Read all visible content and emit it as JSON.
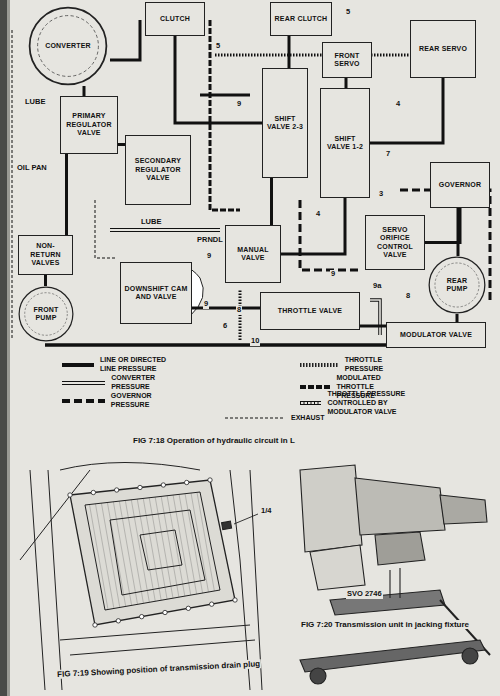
{
  "diagram": {
    "caption": "FIG 7:18 Operation of hydraulic circuit in L",
    "nodes": [
      {
        "text": [
          "CLUTCH"
        ]
      },
      {
        "text": [
          "REAR CLUTCH"
        ]
      },
      {
        "text": [
          "CONVERTER"
        ]
      },
      {
        "text": [
          "FRONT SERVO"
        ]
      },
      {
        "text": [
          "REAR SERVO"
        ]
      },
      {
        "text": [
          "SHIFT VALVE 2-3"
        ]
      },
      {
        "text": [
          "SHIFT VALVE 1-2"
        ]
      },
      {
        "text": [
          "PRIMARY REGULATOR VALVE"
        ]
      },
      {
        "text": [
          "SECONDARY REGULATOR VALVE"
        ]
      },
      {
        "text": [
          "GOVERNOR"
        ]
      },
      {
        "text": [
          "MANUAL VALVE"
        ]
      },
      {
        "text": [
          "SERVO ORIFICE CONTROL VALVE"
        ]
      },
      {
        "text": [
          "NON-RETURN VALVES"
        ]
      },
      {
        "text": [
          "FRONT PUMP"
        ]
      },
      {
        "text": [
          "DOWNSHIFT CAM AND VALVE"
        ]
      },
      {
        "text": [
          "THROTTLE VALVE"
        ]
      },
      {
        "text": [
          "REAR PUMP"
        ]
      },
      {
        "text": [
          "MODULATOR VALVE"
        ]
      }
    ],
    "edges": [
      {
        "from": 13,
        "to": 12,
        "arrow": "none"
      },
      {
        "from": 12,
        "to": 7,
        "arrow": "none"
      },
      {
        "from": 7,
        "to": 2,
        "arrow": "none"
      },
      {
        "from": 7,
        "to": 8,
        "arrow": "none"
      },
      {
        "from": 16,
        "to": 17,
        "arrow": "none"
      },
      {
        "from": 16,
        "to": 9,
        "arrow": "none"
      },
      {
        "from": 10,
        "to": 6,
        "arrow": "none"
      },
      {
        "from": 10,
        "to": 5,
        "arrow": "none"
      },
      {
        "from": 5,
        "to": 0,
        "arrow": "none"
      },
      {
        "from": 5,
        "to": 1,
        "arrow": "none"
      },
      {
        "from": 6,
        "to": 3,
        "arrow": "none"
      },
      {
        "from": 6,
        "to": 4,
        "arrow": "none"
      },
      {
        "from": 14,
        "to": 15,
        "arrow": "none"
      },
      {
        "from": 15,
        "to": 17,
        "arrow": "none"
      },
      {
        "from": 11,
        "to": 9,
        "arrow": "none"
      }
    ],
    "labels": [
      "LUBE",
      "LUBE",
      "OIL PAN",
      "PRNDL",
      "5",
      "5",
      "9",
      "9",
      "9",
      "9",
      "8",
      "8",
      "7",
      "3",
      "4",
      "4",
      "6",
      "9a",
      "10",
      "SVO 2746",
      "1/4",
      "FIG 7:19 Showing position of transmission drain plug",
      "FIG 7:20 Transmission unit in jacking fixture"
    ],
    "legend": [
      {
        "text": "LINE OR DIRECTED LINE PRESSURE"
      },
      {
        "text": "THROTTLE PRESSURE"
      },
      {
        "text": "CONVERTER PRESSURE"
      },
      {
        "text": "MODULATED THROTTLE PRESSURE"
      },
      {
        "text": "GOVERNOR PRESSURE"
      },
      {
        "text": "THROTTLE PRESSURE CONTROLLED BY MODULATOR VALVE"
      },
      {
        "text": "EXHAUST"
      }
    ]
  }
}
